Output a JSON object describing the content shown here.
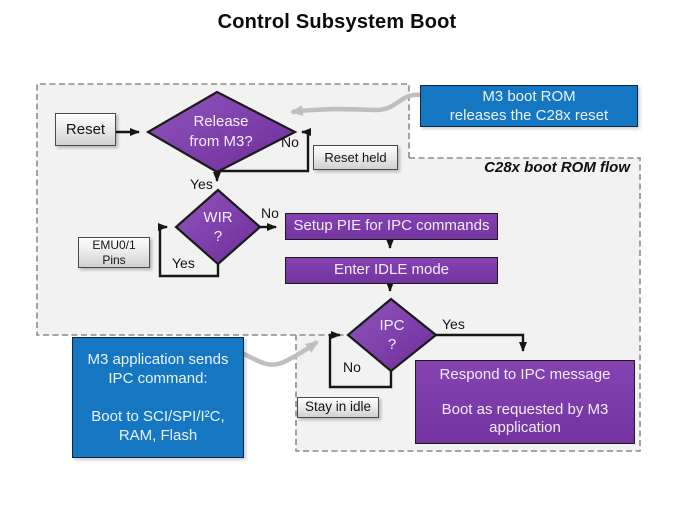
{
  "title": "Control Subsystem Boot",
  "colors": {
    "purple_shape": "#7839A6",
    "blue_callout": "#1577C2",
    "region_fill": "#F2F2F2",
    "dashed_border": "#8C8C8C",
    "flow_line": "#161616",
    "callout_arrow_gray": "#BFBFBF"
  },
  "regions": {
    "c28x_flow_label": "C28x boot ROM flow"
  },
  "nodes": {
    "reset": {
      "label": "Reset"
    },
    "release_from_m3": {
      "lines": [
        "Release",
        "from M3?"
      ]
    },
    "reset_held": {
      "label": "Reset held"
    },
    "wir": {
      "lines": [
        "WIR",
        "?"
      ]
    },
    "emu_pins": {
      "lines": [
        "EMU0/1",
        "Pins"
      ]
    },
    "setup_pie": {
      "label": "Setup PIE for IPC commands"
    },
    "enter_idle": {
      "label": "Enter IDLE mode"
    },
    "ipc": {
      "lines": [
        "IPC",
        "?"
      ]
    },
    "stay_in_idle": {
      "label": "Stay in idle"
    },
    "respond_ipc": {
      "lines": [
        "Respond to IPC message",
        "Boot as requested by M3 application"
      ]
    },
    "m3_boot_rom_callout": {
      "lines": [
        "M3 boot ROM",
        "releases the C28x reset"
      ]
    },
    "m3_app_callout": {
      "lines": [
        "M3 application sends",
        "IPC command:",
        "Boot to SCI/SPI/I²C,",
        "RAM, Flash"
      ]
    }
  },
  "edge_labels": {
    "release_no": "No",
    "release_yes": "Yes",
    "wir_no": "No",
    "wir_yes": "Yes",
    "ipc_yes": "Yes",
    "ipc_no": "No"
  }
}
